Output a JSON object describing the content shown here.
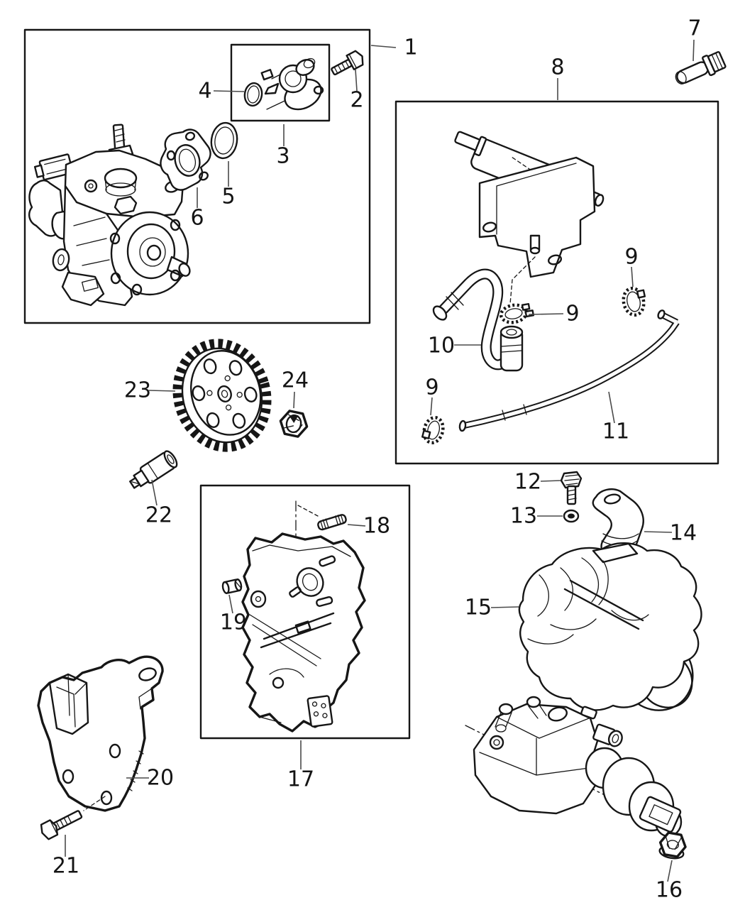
{
  "figure": {
    "background": "#ffffff",
    "line_color": "#161616",
    "label_color": "#141414",
    "callouts": {
      "c1": "1",
      "c2": "2",
      "c3": "3",
      "c4": "4",
      "c5": "5",
      "c6": "6",
      "c7": "7",
      "c8": "8",
      "c9a": "9",
      "c9b": "9",
      "c9c": "9",
      "c10": "10",
      "c11": "11",
      "c12": "12",
      "c13": "13",
      "c14": "14",
      "c15": "15",
      "c16": "16",
      "c17": "17",
      "c18": "18",
      "c19": "19",
      "c20": "20",
      "c21": "21",
      "c22": "22",
      "c23": "23",
      "c24": "24"
    }
  }
}
